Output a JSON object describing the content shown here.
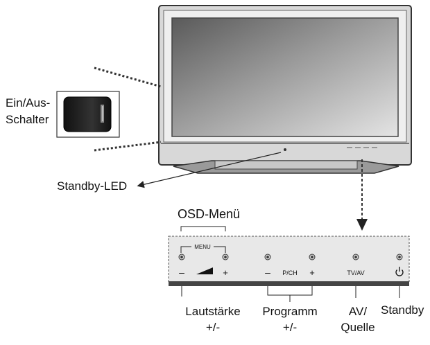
{
  "labels": {
    "power_switch": "Ein/Aus-\nSchalter",
    "standby_led": "Standby-LED",
    "osd_menu": "OSD-Menü",
    "volume": "Lautstärke\n+/-",
    "program": "Programm\n+/-",
    "av_source": "AV/\nQuelle",
    "standby": "Standby"
  },
  "panel": {
    "menu": "MENU",
    "minus1": "–",
    "plus1": "+",
    "minus2": "–",
    "pch": "P/CH",
    "plus2": "+",
    "tvav": "TV/AV"
  },
  "icons": [
    "volume-ramp-icon",
    "power-icon",
    "rocker-switch-icon"
  ]
}
